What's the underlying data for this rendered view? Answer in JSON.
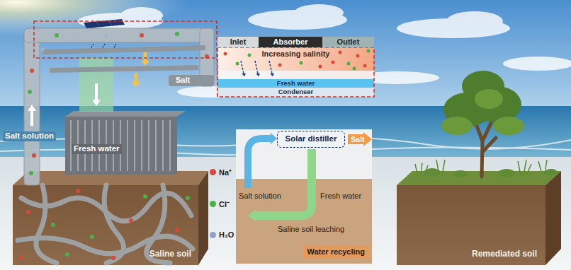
{
  "diagram": {
    "nodes": [
      {
        "text": [
          "Inlet"
        ]
      },
      {
        "text": [
          "Absorber"
        ]
      },
      {
        "text": [
          "Outlet"
        ]
      },
      {
        "text": [
          "Increasing salinity"
        ]
      },
      {
        "text": [
          "Fresh water"
        ]
      },
      {
        "text": [
          "Condenser"
        ]
      },
      {
        "text": [
          "Water recycling"
        ]
      },
      {
        "text": [
          "Solar distiller"
        ],
        "in": 6
      },
      {
        "text": [
          "Salt"
        ],
        "in": 6
      },
      {
        "text": [
          "Saline soil"
        ]
      },
      {
        "text": [
          "Remediated soil"
        ]
      }
    ],
    "labels": [
      "Salt",
      "Salt solution",
      "Fresh water",
      "Salt solution",
      "Fresh water",
      "Saline soil leaching"
    ],
    "legend": [
      {
        "text": "Na⁺",
        "color": "#d8483b"
      },
      {
        "text": "Cl⁻",
        "color": "#4bb04a"
      },
      {
        "text": "H₂O",
        "color": "#8fa3c8"
      }
    ]
  }
}
